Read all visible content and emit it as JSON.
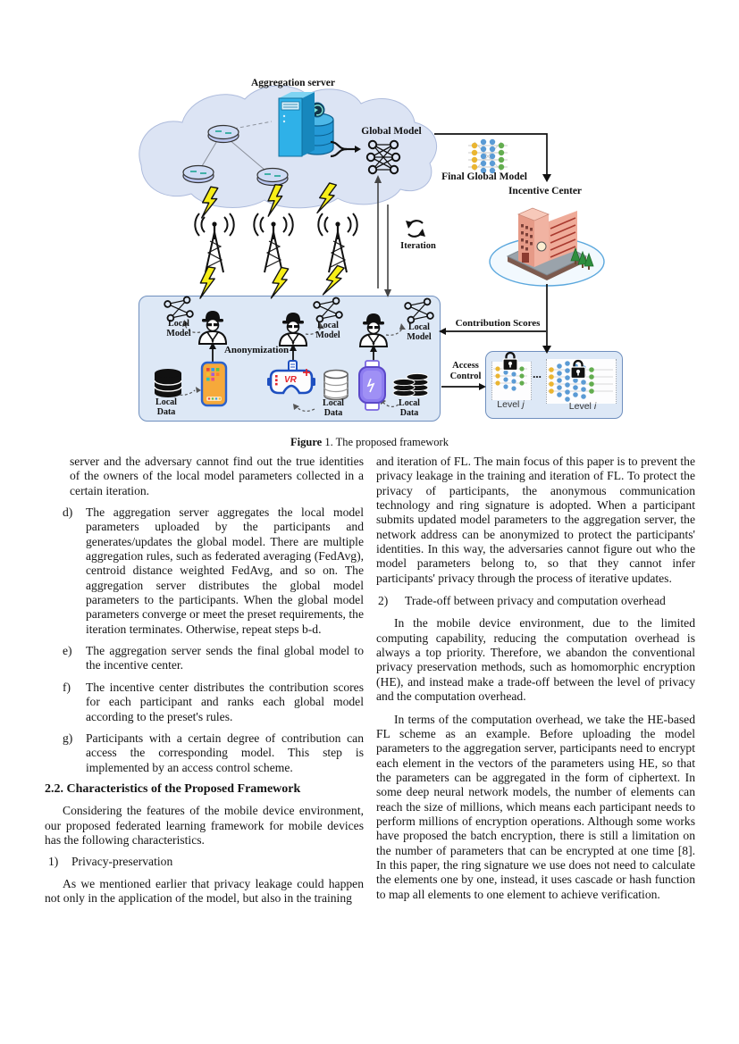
{
  "figure": {
    "labels": {
      "aggregation_server": "Aggregation server",
      "global_model": "Global Model",
      "final_global_model": "Final Global Model",
      "incentive_center": "Incentive Center",
      "iteration": "Iteration",
      "contribution_scores": "Contribution Scores",
      "access_control": "Access\nControl",
      "anonymization": "Anonymization",
      "local_model": "Local\nModel",
      "local_data": "Local\nData",
      "level_prefix": "Level",
      "level_j_var": "j",
      "level_i_var": "i",
      "dots": "...",
      "vr_label": "VR"
    },
    "colors": {
      "cloud": "#dce4f4",
      "panel_fill": "#dde8f6",
      "panel_border": "#6f8fbe",
      "lightning": "#f7ee18",
      "node_yellow": "#eab531",
      "node_blue": "#5b9bd5",
      "node_green": "#63ad4f",
      "server_blue": "#2fb1e8",
      "phone_orange": "#f6a93a",
      "vr_blue": "#1d4fc0",
      "vr_red": "#e3242b",
      "watch_purple": "#8d7cf0",
      "building_salmon": "#efab99"
    },
    "caption": {
      "prefix": "Figure",
      "rest": " 1. The proposed framework"
    }
  },
  "content": {
    "left_column": {
      "para_continuation": "server and the adversary cannot find out the true identities of the owners of the local model parameters collected in a certain iteration.",
      "items": [
        {
          "marker": "d)",
          "text": "The aggregation server aggregates the local model parameters uploaded by the participants and generates/updates the global model. There are multiple aggregation rules, such as federated averaging (FedAvg), centroid distance weighted FedAvg, and so on. The aggregation server distributes the global model parameters to the participants. When the global model parameters converge or meet the preset requirements, the iteration terminates. Otherwise, repeat steps b-d."
        },
        {
          "marker": "e)",
          "text": "The aggregation server sends the final global model to the incentive center."
        },
        {
          "marker": "f)",
          "text": "The incentive center distributes the contribution scores for each participant and ranks each global model according to the preset's rules."
        },
        {
          "marker": "g)",
          "text": "Participants with a certain degree of contribution can access the corresponding model. This step is implemented by an access control scheme."
        }
      ],
      "heading": "2.2. Characteristics of the Proposed Framework",
      "para_characteristics": "Considering the features of the mobile device environment, our proposed federated learning framework for mobile devices has the following characteristics.",
      "list1_marker": "1)",
      "list1_text": "Privacy-preservation",
      "para_privacy": "As we mentioned earlier that privacy leakage could happen not only in the application of the model, but also in the training"
    },
    "right_column": {
      "para_continuation": "and iteration of FL. The main focus of this paper is to prevent the privacy leakage in the training and iteration of FL. To protect the privacy of participants, the anonymous communication technology and ring signature is adopted. When a participant submits updated model parameters to the aggregation server, the network address can be anonymized to protect the participants' identities. In this way, the adversaries cannot figure out who the model parameters belong to, so that they cannot infer participants' privacy through the process of iterative updates.",
      "list2_marker": "2)",
      "list2_text": "Trade-off between privacy and computation overhead",
      "para_tradeoff": "In the mobile device environment, due to the limited computing capability, reducing the computation overhead is always a top priority. Therefore, we abandon the conventional privacy preservation methods, such as homomorphic encryption (HE), and instead make a trade-off between the level of privacy and the computation overhead.",
      "para_computation": "In terms of the computation overhead, we take the HE-based FL scheme as an example. Before uploading the model parameters to the aggregation server, participants need to encrypt each element in the vectors of the parameters using HE, so that the parameters can be aggregated in the form of ciphertext. In some deep neural network models, the number of elements can reach the size of millions, which means each participant needs to perform millions of encryption operations. Although some works have proposed the batch encryption, there is still a limitation on the number of parameters that can be encrypted at one time [8]. In this paper, the ring signature we use does not need to calculate the elements one by one, instead, it uses cascade or hash function to map all elements to one element to achieve verification."
    }
  }
}
